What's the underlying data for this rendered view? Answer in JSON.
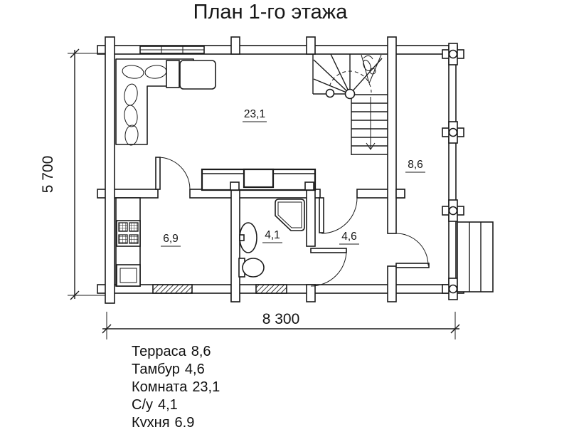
{
  "title": "План 1-го этажа",
  "dimensions": {
    "width_label": "8 300",
    "height_label": "5 700"
  },
  "room_labels": {
    "living": "23,1",
    "terrace": "8,6",
    "kitchen": "6,9",
    "bathroom": "4,1",
    "vestibule": "4,6"
  },
  "legend": {
    "items": [
      {
        "name": "Терраса",
        "area": "8,6"
      },
      {
        "name": "Тамбур",
        "area": "4,6"
      },
      {
        "name": "Комната",
        "area": "23,1"
      },
      {
        "name": "С/у",
        "area": "4,1"
      },
      {
        "name": "Кухня",
        "area": "6,9"
      }
    ]
  },
  "colors": {
    "line": "#1b1b1b",
    "background": "#ffffff"
  }
}
